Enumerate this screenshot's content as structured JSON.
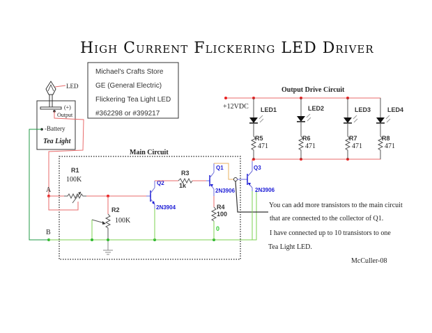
{
  "title": "High Current Flickering LED Driver",
  "info_box": {
    "lines": [
      "Michael's Crafts Store",
      "GE (General Electric)",
      "Flickering Tea Light LED",
      "#362298 or #399217"
    ]
  },
  "tea_light": {
    "led_label": "LED",
    "plus_label": "(+)",
    "output_label": "Output",
    "battery_label": "-Battery",
    "name": "Tea Light"
  },
  "nodes": {
    "a": "A",
    "b": "B"
  },
  "main_circuit": {
    "title": "Main Circuit",
    "r1": {
      "name": "R1",
      "value": "100K"
    },
    "r2": {
      "name": "R2",
      "value": "100K"
    },
    "r3": {
      "name": "R3",
      "value": "1k"
    },
    "r4": {
      "name": "R4",
      "value": "100"
    },
    "q1": {
      "name": "Q1",
      "part": "2N3906"
    },
    "q2": {
      "name": "Q2",
      "part": "2N3904"
    },
    "ground_node": "0"
  },
  "output_circuit": {
    "title": "Output Drive Circuit",
    "supply": "+12VDC",
    "q3": {
      "name": "Q3",
      "part": "2N3906"
    },
    "leds": [
      "LED1",
      "LED2",
      "LED3",
      "LED4"
    ],
    "resistors": [
      {
        "name": "R5",
        "value": "471"
      },
      {
        "name": "R6",
        "value": "471"
      },
      {
        "name": "R7",
        "value": "471"
      },
      {
        "name": "R8",
        "value": "471"
      }
    ]
  },
  "notes": [
    "You can add more transistors to the main circuit",
    "that are connected to the collector of Q1.",
    "I have connected up to 10 transistors to one",
    "Tea Light LED."
  ],
  "signature": "McCuller-08",
  "colors": {
    "positive_wire": "#e86a6a",
    "ground_wire": "#7bd14f",
    "transistor_label": "#1a1ad6"
  }
}
